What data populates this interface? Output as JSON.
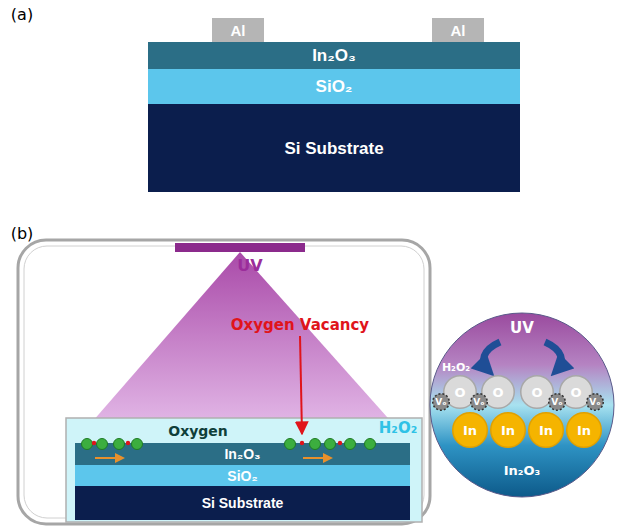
{
  "diagram": {
    "nodes": [
      {
        "text": [
          "Al"
        ]
      },
      {
        "text": [
          "Al"
        ]
      },
      {
        "text": [
          "In₂O₃"
        ]
      },
      {
        "text": [
          "SiO₂"
        ]
      },
      {
        "text": [
          "Si Substrate"
        ]
      },
      {
        "text": [
          "In₂O₃"
        ]
      },
      {
        "text": [
          "SiO₂"
        ]
      },
      {
        "text": [
          "Si Substrate"
        ]
      },
      {
        "text": [
          "UV",
          "H₂O₂",
          "In₂O₃"
        ]
      },
      {
        "text": [
          "O"
        ],
        "in": 8
      },
      {
        "text": [
          "O"
        ],
        "in": 8
      },
      {
        "text": [
          "O"
        ],
        "in": 8
      },
      {
        "text": [
          "O"
        ],
        "in": 8
      },
      {
        "text": [
          "Vₒ"
        ],
        "in": 8
      },
      {
        "text": [
          "Vₒ"
        ],
        "in": 8
      },
      {
        "text": [
          "Vₒ"
        ],
        "in": 8
      },
      {
        "text": [
          "Vₒ"
        ],
        "in": 8
      },
      {
        "text": [
          "In"
        ],
        "in": 8
      },
      {
        "text": [
          "In"
        ],
        "in": 8
      },
      {
        "text": [
          "In"
        ],
        "in": 8
      },
      {
        "text": [
          "In"
        ],
        "in": 8
      }
    ],
    "labels": [
      "(a)",
      "(b)",
      "UV",
      "Oxygen Vacancy",
      "Oxygen",
      "H₂O₂"
    ]
  }
}
